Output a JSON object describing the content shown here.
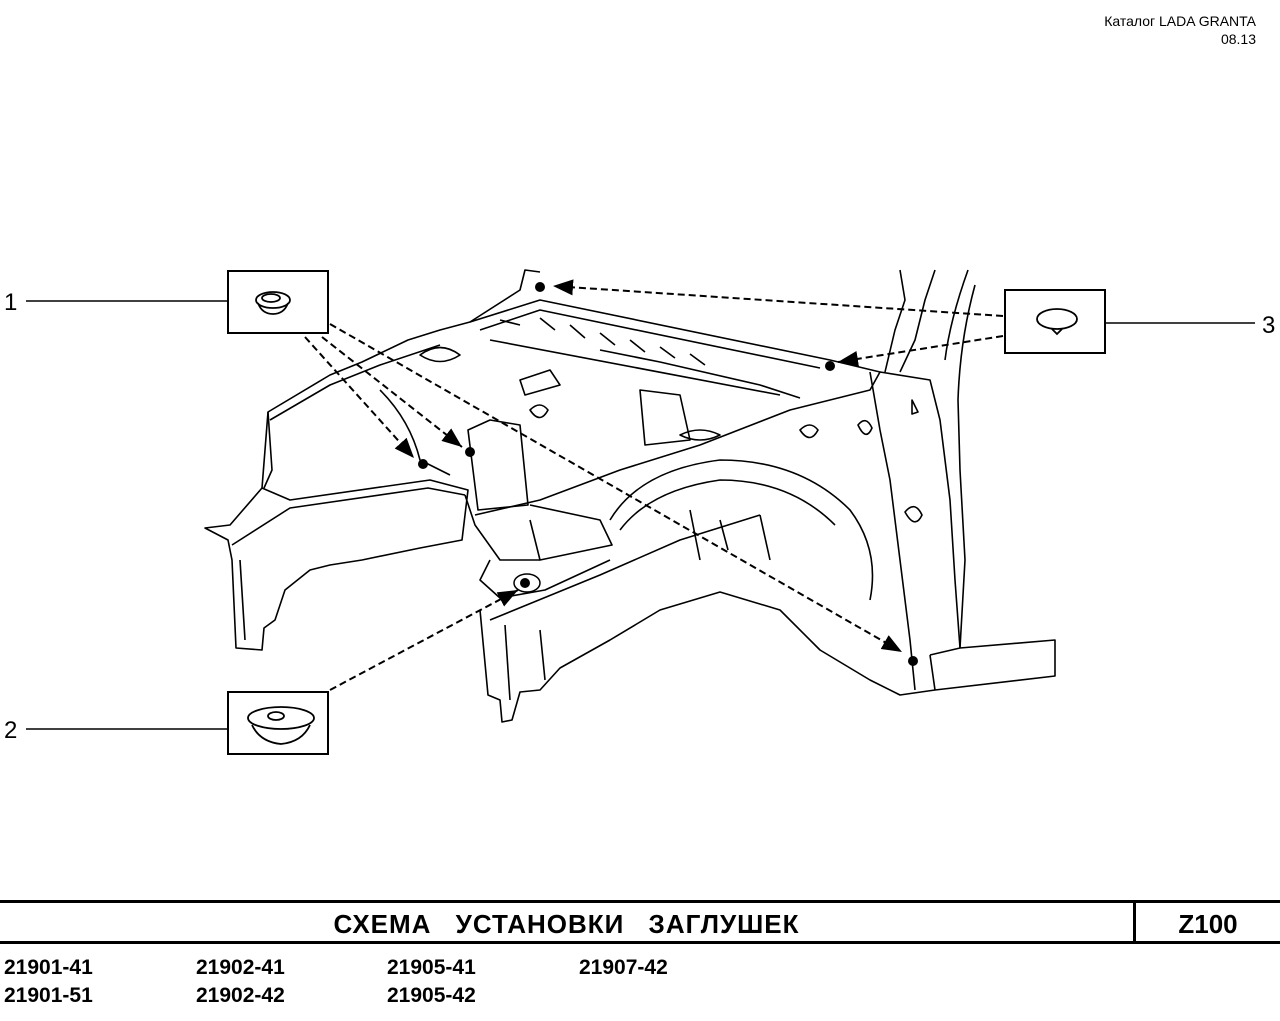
{
  "header": {
    "catalog": "Каталог  LADA  GRANTA",
    "date": "08.13"
  },
  "callouts": [
    {
      "number": "1"
    },
    {
      "number": "2"
    },
    {
      "number": "3"
    }
  ],
  "footer": {
    "title": "СХЕМА   УСТАНОВКИ   ЗАГЛУШЕК",
    "code": "Z100"
  },
  "models": {
    "row1": [
      "21901-41",
      "21902-41",
      "21905-41",
      "21907-42"
    ],
    "row2": [
      "21901-51",
      "21902-42",
      "21905-42"
    ]
  }
}
